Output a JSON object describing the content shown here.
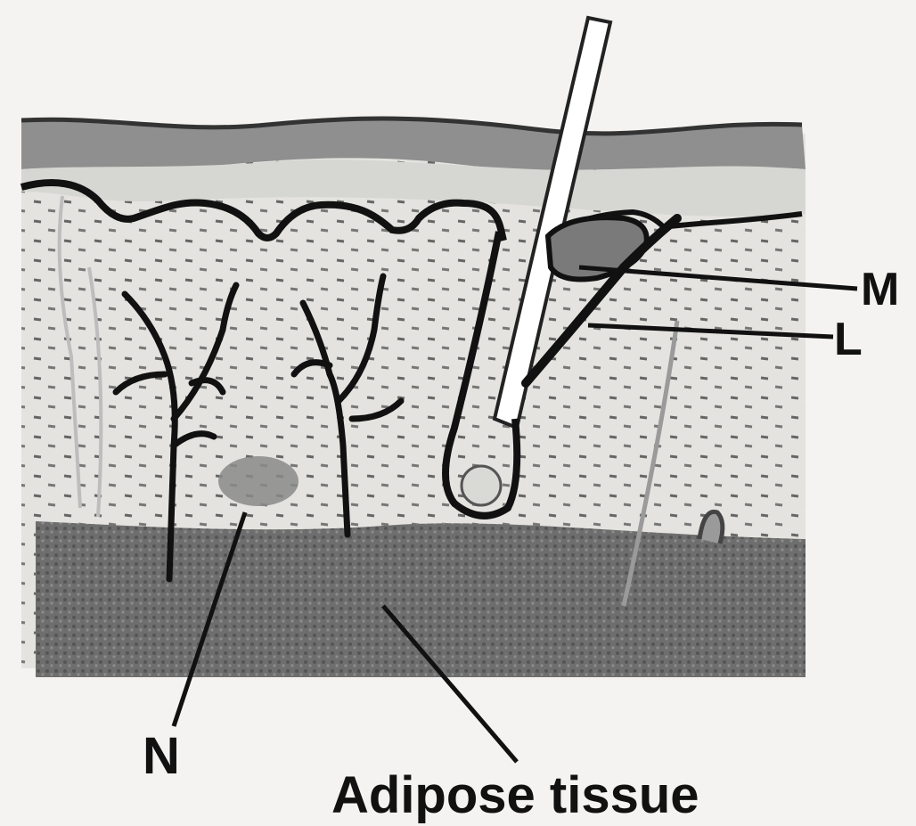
{
  "diagram": {
    "colors": {
      "background": "#f4f3f1",
      "ink": "#111111",
      "epidermis": "#8a8a8a",
      "dermis": "#e2e1dd",
      "adipose": "#6f6f6f"
    },
    "labels": {
      "m": "M",
      "l": "L",
      "n": "N",
      "adipose": "Adipose tissue"
    }
  }
}
